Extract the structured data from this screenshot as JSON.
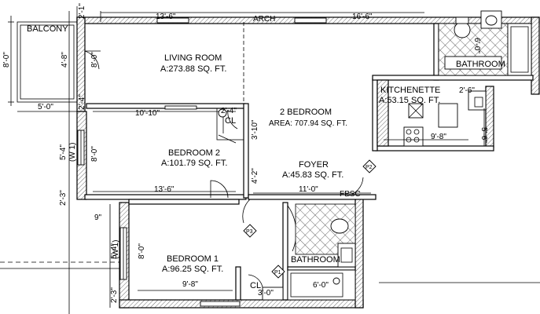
{
  "rooms": {
    "balcony": "BALCONY",
    "living_name": "LIVING ROOM",
    "living_area": "A:273.88 SQ. FT.",
    "bathroom_top": "BATHROOM",
    "kitchen_name": "KITCHENETTE",
    "kitchen_area": "A:53.15 SQ. FT.",
    "apartment_name": "2 BEDROOM",
    "apartment_area": "AREA: 707.94 SQ. FT.",
    "bed2_name": "BEDROOM 2",
    "bed2_area": "A:101.79 SQ. FT.",
    "foyer_name": "FOYER",
    "foyer_area": "A:45.83 SQ. FT.",
    "bed1_name": "BEDROOM 1",
    "bed1_area": "A:96.25 SQ. FT.",
    "bathroom_bottom": "BATHROOM",
    "closet_top": "CL",
    "closet_bottom": "CL"
  },
  "labels": {
    "arch": "ARCH",
    "fpsc": "FPSC",
    "w1_top": "(W 1)",
    "w1_bottom": "(W 1)",
    "p1": "P1",
    "p2": "P2",
    "p3": "P3"
  },
  "dimensions": {
    "top_13_6": "13'-6\"",
    "top_16_6": "16'-6\"",
    "balcony_8_0": "8'-0\"",
    "balcony_4_8": "4'-8\"",
    "balcony_5_0": "5'-0\"",
    "left_2_1": "2'-1\"",
    "left_2_4": "2'-4\"",
    "living_8_0": "8'-0\"",
    "bed2_10_10": "10'-10\"",
    "closet_2_4": "2'-4\"",
    "left_5_4": "5'-4\"",
    "bed2_8_0": "8'-0\"",
    "left_2_3_top": "2'-3\"",
    "bed2_13_6": "13'-6\"",
    "hall_3_10": "3'-10\"",
    "hall_4_2": "4'-2\"",
    "foyer_11_0": "11'-0\"",
    "kitchen_2_6": "2'-6\"",
    "kitchen_5_6": "5'-6\"",
    "kitchen_9_8": "9'-8\"",
    "bath_6_0_v": "6'-0\"",
    "left_9": "9\"",
    "left_5_4_b": "5'-4\"",
    "bed1_8_0": "8'-0\"",
    "left_2_3_bottom": "2'-3\"",
    "bed1_9_8": "9'-8\"",
    "closet_3_0": "3'-0\"",
    "bath_6_0_h": "6'-0\""
  }
}
